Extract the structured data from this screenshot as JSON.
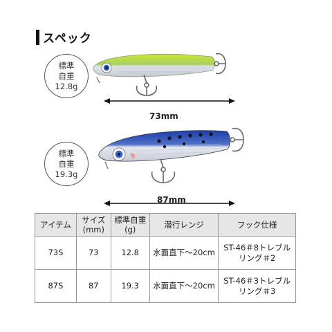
{
  "section_title": "スペック",
  "lures": [
    {
      "weight_label_1": "標準",
      "weight_label_2": "自重",
      "weight": "12.8g",
      "length": "73mm",
      "colors": {
        "back": "#c8e83a",
        "belly": "#d9dde2",
        "eye": "#2a5fc0"
      }
    },
    {
      "weight_label_1": "標準",
      "weight_label_2": "自重",
      "weight": "19.3g",
      "length": "87mm",
      "colors": {
        "back": "#1c3fa8",
        "belly": "#dfe3e8",
        "spot": "#111111"
      }
    }
  ],
  "table": {
    "headers": [
      "アイテム",
      "サイズ\n(mm)",
      "標準自重\n(g)",
      "潜行レンジ",
      "フック仕様"
    ],
    "rows": [
      [
        "73S",
        "73",
        "12.8",
        "水面直下〜20cm",
        "ST-46＃8トレブル\nリング＃2"
      ],
      [
        "87S",
        "87",
        "19.3",
        "水面直下〜20cm",
        "ST-46＃3トレブル\nリング＃3"
      ]
    ]
  }
}
